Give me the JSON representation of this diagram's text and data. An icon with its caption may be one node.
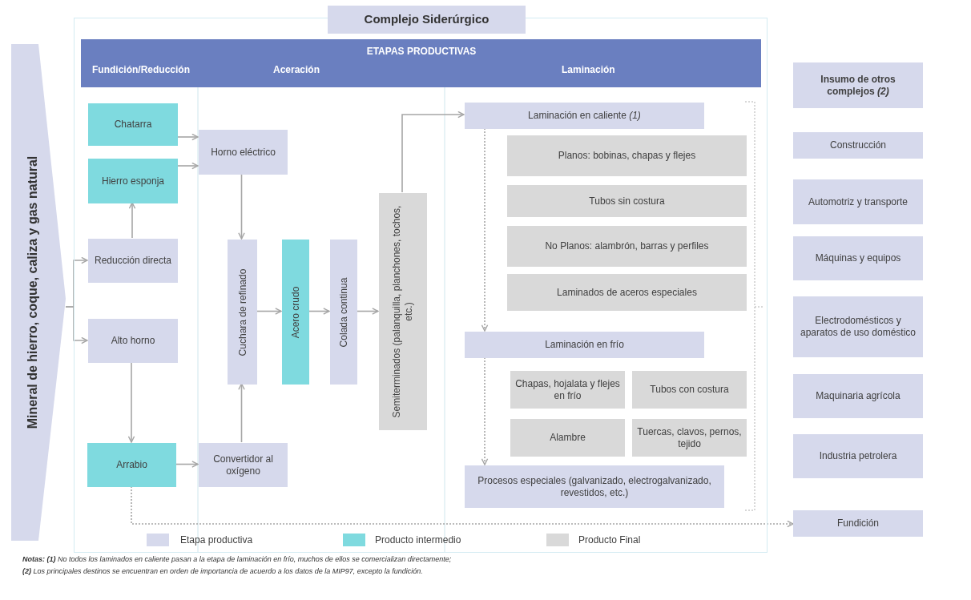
{
  "diagram": {
    "nodes": [
      {
        "text": [
          "Complejo Siderúrgico"
        ]
      },
      {
        "text": [
          "Mineral de hierro, coque, caliza y gas natural"
        ]
      },
      {
        "text": [
          "ETAPAS PRODUCTIVAS",
          "Fundición/Reducción",
          "Aceración",
          "Laminación"
        ],
        "in": 0
      },
      {
        "text": [
          "Chatarra"
        ],
        "in": 0
      },
      {
        "text": [
          "Hierro esponja"
        ],
        "in": 0
      },
      {
        "text": [
          "Reducción directa"
        ],
        "in": 0
      },
      {
        "text": [
          "Alto horno"
        ],
        "in": 0
      },
      {
        "text": [
          "Arrabio"
        ],
        "in": 0
      },
      {
        "text": [
          "Horno eléctrico"
        ],
        "in": 0
      },
      {
        "text": [
          "Convertidor al oxígeno"
        ],
        "in": 0
      },
      {
        "text": [
          "Cuchara de refinado"
        ],
        "in": 0
      },
      {
        "text": [
          "Acero crudo"
        ],
        "in": 0
      },
      {
        "text": [
          "Colada continua"
        ],
        "in": 0
      },
      {
        "text": [
          "Semiterminados (palanquilla, planchones, tochos, etc.)"
        ],
        "in": 0
      },
      {
        "text": [
          "Laminación en caliente *(1)*"
        ],
        "in": 0
      },
      {
        "text": [
          "Planos: bobinas, chapas y flejes"
        ],
        "in": 0
      },
      {
        "text": [
          "Tubos sin costura"
        ],
        "in": 0
      },
      {
        "text": [
          "No Planos: alambrón, barras y perfiles"
        ],
        "in": 0
      },
      {
        "text": [
          "Laminados de aceros especiales"
        ],
        "in": 0
      },
      {
        "text": [
          "Laminación en frío"
        ],
        "in": 0
      },
      {
        "text": [
          "Chapas, hojalata y flejes en frío"
        ],
        "in": 0
      },
      {
        "text": [
          "Tubos con costura"
        ],
        "in": 0
      },
      {
        "text": [
          "Alambre"
        ],
        "in": 0
      },
      {
        "text": [
          "Tuercas, clavos, pernos, tejido"
        ],
        "in": 0
      },
      {
        "text": [
          "Procesos especiales (galvanizado, electrogalvanizado, revestidos, etc.)"
        ],
        "in": 0
      },
      {
        "text": [
          "Insumo de otros complejos *(2)*"
        ]
      },
      {
        "text": [
          "Construcción"
        ]
      },
      {
        "text": [
          "Automotriz y transporte"
        ]
      },
      {
        "text": [
          "Máquinas y equipos"
        ]
      },
      {
        "text": [
          "Electrodomésticos y aparatos de uso doméstico"
        ]
      },
      {
        "text": [
          "Maquinaria agrícola"
        ]
      },
      {
        "text": [
          "Industria petrolera"
        ]
      },
      {
        "text": [
          "Fundición"
        ]
      }
    ],
    "edges": [
      {
        "from": 1,
        "to": 5,
        "arrow": "to"
      },
      {
        "from": 1,
        "to": 6,
        "arrow": "to"
      },
      {
        "from": 5,
        "to": 4,
        "arrow": "to"
      },
      {
        "from": 3,
        "to": 8,
        "arrow": "to"
      },
      {
        "from": 4,
        "to": 8,
        "arrow": "to"
      },
      {
        "from": 6,
        "to": 7,
        "arrow": "to"
      },
      {
        "from": 7,
        "to": 9,
        "arrow": "to"
      },
      {
        "from": 8,
        "to": 10,
        "arrow": "to"
      },
      {
        "from": 9,
        "to": 10,
        "arrow": "to"
      },
      {
        "from": 10,
        "to": 11,
        "arrow": "to"
      },
      {
        "from": 11,
        "to": 12,
        "arrow": "to"
      },
      {
        "from": 12,
        "to": 13,
        "arrow": "to"
      },
      {
        "from": 13,
        "to": 14,
        "arrow": "to"
      },
      {
        "from": 14,
        "to": 19,
        "arrow": "to",
        "style": "dashed"
      },
      {
        "from": 19,
        "to": 24,
        "arrow": "to",
        "style": "dashed"
      },
      {
        "from": 7,
        "to": 32,
        "arrow": "to",
        "style": "dashed"
      }
    ],
    "labels": [
      "**Notas:** **(1)** No todos los laminados en caliente pasan a la etapa de laminación en frío, muchos de ellos se comercializan directamente;",
      "**(2)** Los principales destinos se encuentran en orden de importancia de acuerdo a los datos de la MIP97, excepto la fundición."
    ],
    "legend": [
      {
        "text": "Etapa productiva",
        "color": "#d6d9ec"
      },
      {
        "text": "Producto intermedio",
        "color": "#7fdadf"
      },
      {
        "text": "Producto Final",
        "color": "#d9d9d9"
      }
    ]
  }
}
